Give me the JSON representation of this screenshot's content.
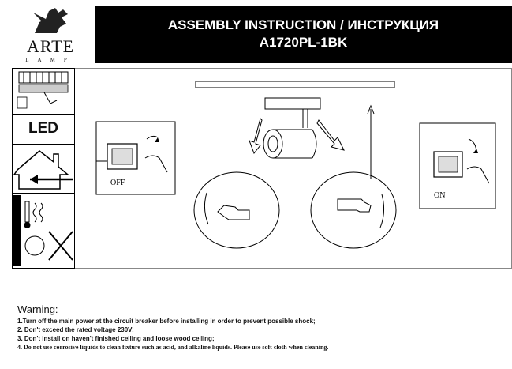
{
  "brand": {
    "name": "ARTE",
    "sub": "LAMP"
  },
  "header": {
    "title": "ASSEMBLY INSTRUCTION / ИНСТРУКЦИЯ",
    "model": "A1720PL-1BK"
  },
  "sidebar": {
    "led_label": "LED"
  },
  "diagram": {
    "off_label": "OFF",
    "on_label": "ON"
  },
  "warning": {
    "title": "Warning:",
    "lines": [
      "1.Turn off the main power at the circuit breaker before installing in order to prevent  possible shock;",
      "2. Don't exceed the rated voltage 230V;",
      "3. Don't install on haven't finished ceiling and loose wood ceiling;",
      "4. Do not use corrosive liquids to clean fixture such as acid, and alkaline liquids. Please use soft cloth  when cleaning."
    ]
  }
}
